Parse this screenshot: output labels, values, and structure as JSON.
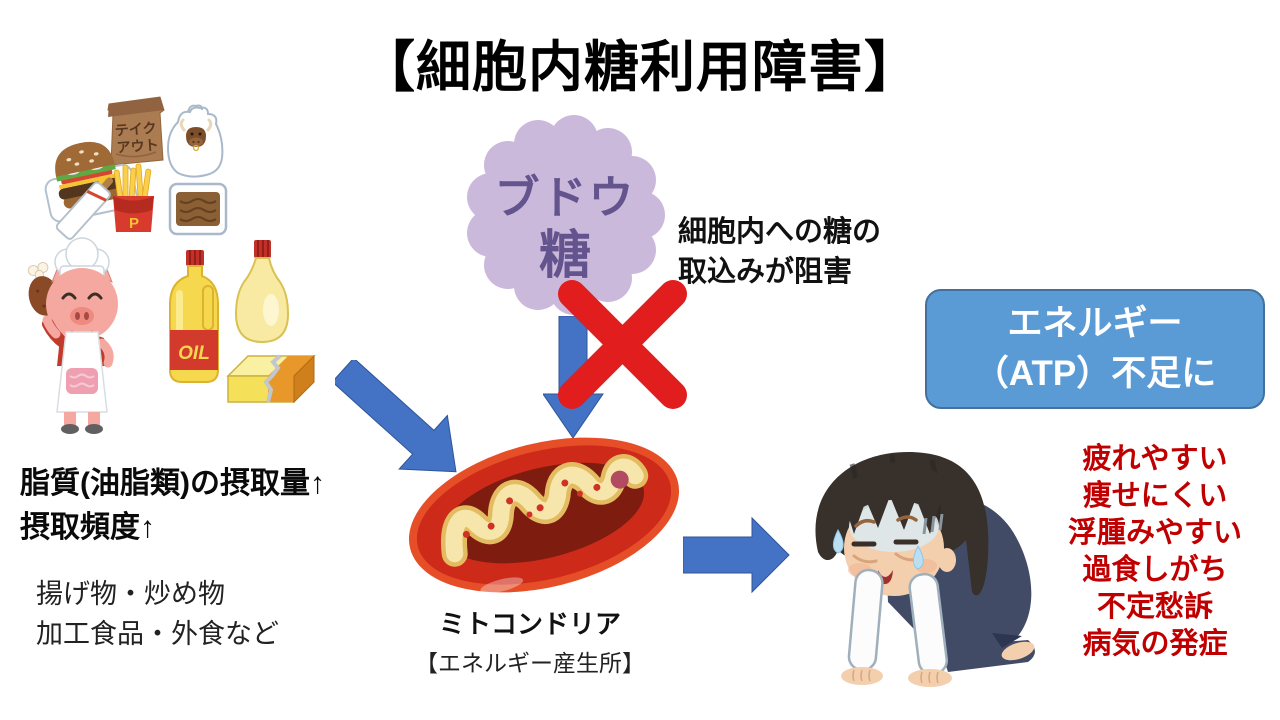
{
  "title": "【細胞内糖利用障害】",
  "glucose_cloud": {
    "line1": "ブドウ",
    "line2": "糖"
  },
  "block_note": {
    "line1": "細胞内への糖の",
    "line2": "取込みが阻害"
  },
  "food_labels": {
    "takeout_line1": "テイク",
    "takeout_line2": "アウト",
    "fries_letter": "P",
    "oil_label": "OIL"
  },
  "left_note": {
    "bold_line1": "脂質(油脂類)の摂取量↑",
    "bold_line2": "摂取頻度↑",
    "sub_line1": "揚げ物・炒め物",
    "sub_line2": "加工食品・外食など"
  },
  "mitochondria_label": {
    "name": "ミトコンドリア",
    "subtitle": "【エネルギー産生所】"
  },
  "energy_box": {
    "line1": "エネルギー",
    "line2": "（ATP）不足に"
  },
  "symptoms": {
    "items": [
      "疲れやすい",
      "痩せにくい",
      "浮腫みやすい",
      "過食しがち",
      "不定愁訴",
      "病気の発症"
    ]
  },
  "colors": {
    "arrow_blue": "#4472c4",
    "cross_red": "#e11d1d",
    "energy_box_bg": "#5b9bd5",
    "energy_box_border": "#41719c",
    "symptom_red": "#c00000",
    "glucose_cloud_fill": "#cbb9dc",
    "glucose_text_purple": "#64548e",
    "mitochondria_red": "#cc2a1a",
    "cristae_cream": "#f7e6ac"
  }
}
